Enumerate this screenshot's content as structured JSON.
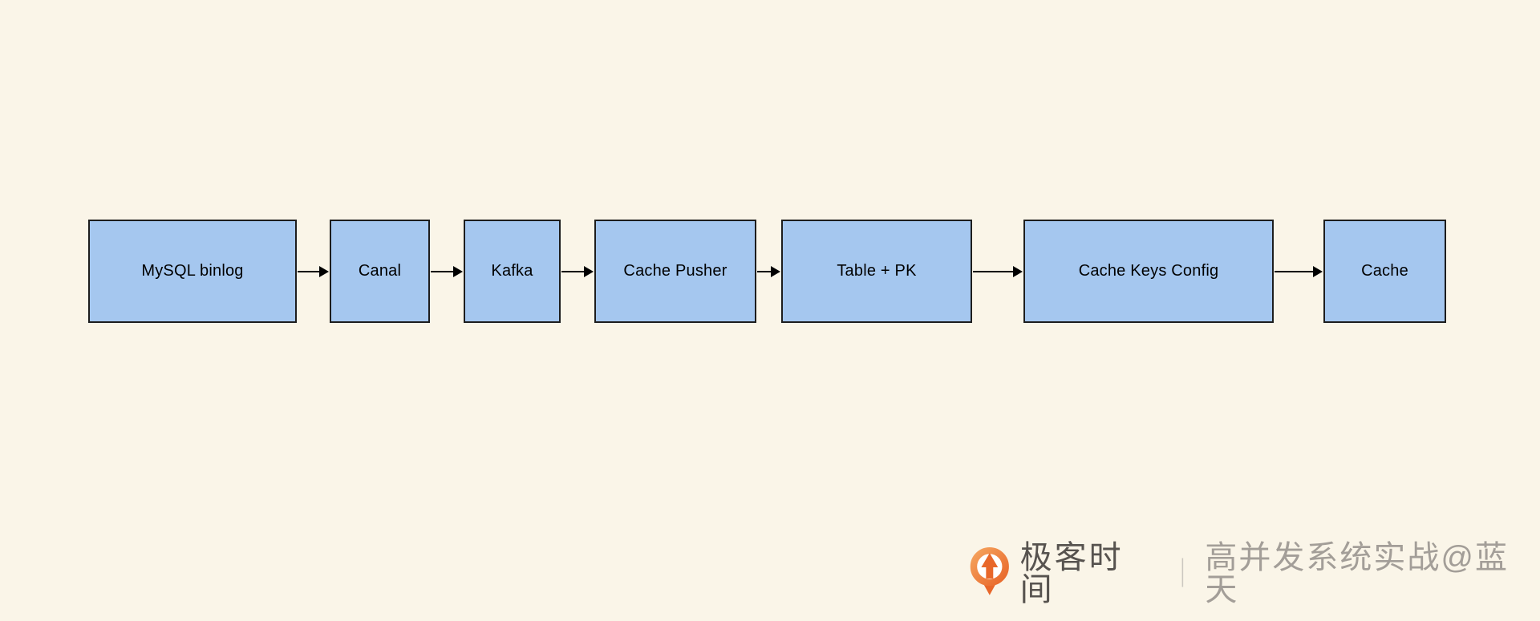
{
  "background_color": "#FAF5E8",
  "diagram": {
    "type": "flowchart",
    "direction": "left-to-right",
    "node_fill": "#A5C7EF",
    "node_border": "#1D1D1D",
    "arrow_color": "#000000",
    "nodes": [
      {
        "label": "MySQL binlog"
      },
      {
        "label": "Canal"
      },
      {
        "label": "Kafka"
      },
      {
        "label": "Cache Pusher"
      },
      {
        "label": "Table + PK"
      },
      {
        "label": "Cache Keys Config"
      },
      {
        "label": "Cache"
      }
    ],
    "edges": [
      {
        "from": "MySQL binlog",
        "to": "Canal"
      },
      {
        "from": "Canal",
        "to": "Kafka"
      },
      {
        "from": "Kafka",
        "to": "Cache Pusher"
      },
      {
        "from": "Cache Pusher",
        "to": "Table + PK"
      },
      {
        "from": "Table + PK",
        "to": "Cache Keys Config"
      },
      {
        "from": "Cache Keys Config",
        "to": "Cache"
      }
    ]
  },
  "watermark": {
    "brand": "极客时间",
    "separator": "｜",
    "caption": "高并发系统实战@蓝天",
    "brand_color": "#57534F",
    "caption_color": "#A39E98",
    "logo": {
      "name": "geektime-pin-arrow-logo",
      "ring_gradient_start": "#F5A35D",
      "ring_gradient_end": "#E8672A"
    }
  }
}
